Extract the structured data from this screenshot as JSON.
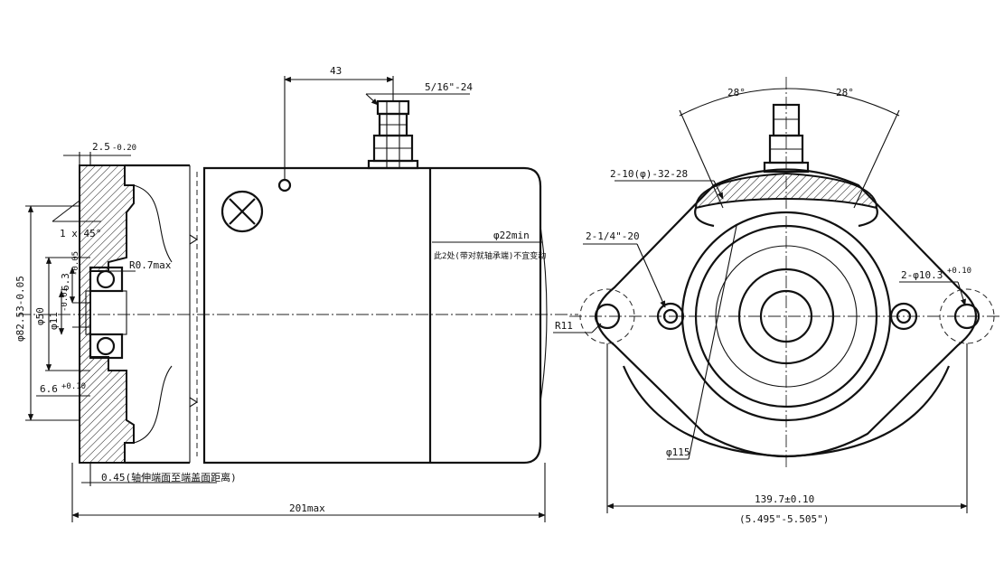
{
  "dimensions": {
    "d43": "43",
    "thread_terminal": "5/16\"-24",
    "flange_thickness": "2.5",
    "flange_thickness_tol": "-0.20",
    "chamfer": "1 x 45°",
    "fillet": "R0.7max",
    "pilot_diameter": "φ82.53-0.05",
    "bearing_bore": "φ50",
    "shaft_diameter": "φ11",
    "shaft_tol": "-0.01",
    "flat_dim": "6.3",
    "flat_tol": "-0.05",
    "key_dim": "6.6",
    "key_tol": "+0.10",
    "clearance_note": "0.45(轴伸端面至端盖面距离)",
    "overall_length": "201max",
    "brush_diameter": "φ22min",
    "brush_note": "此2处(带对就轴承端)不宜变动",
    "angle_left": "28°",
    "angle_right": "28°",
    "slot_spec": "2-10(φ)-32-28",
    "tapped_holes": "2-1/4\"-20",
    "mount_radius": "R11",
    "mount_holes": "2-φ10.3",
    "mount_holes_tol": "+0.10",
    "body_diameter": "φ115",
    "bolt_spacing": "139.7±0.10",
    "bolt_spacing_inch": "(5.495\"-5.505\")"
  },
  "colors": {
    "line": "#111111",
    "background": "#ffffff"
  },
  "icons": {
    "cover_mark": "x-in-circle-icon"
  }
}
